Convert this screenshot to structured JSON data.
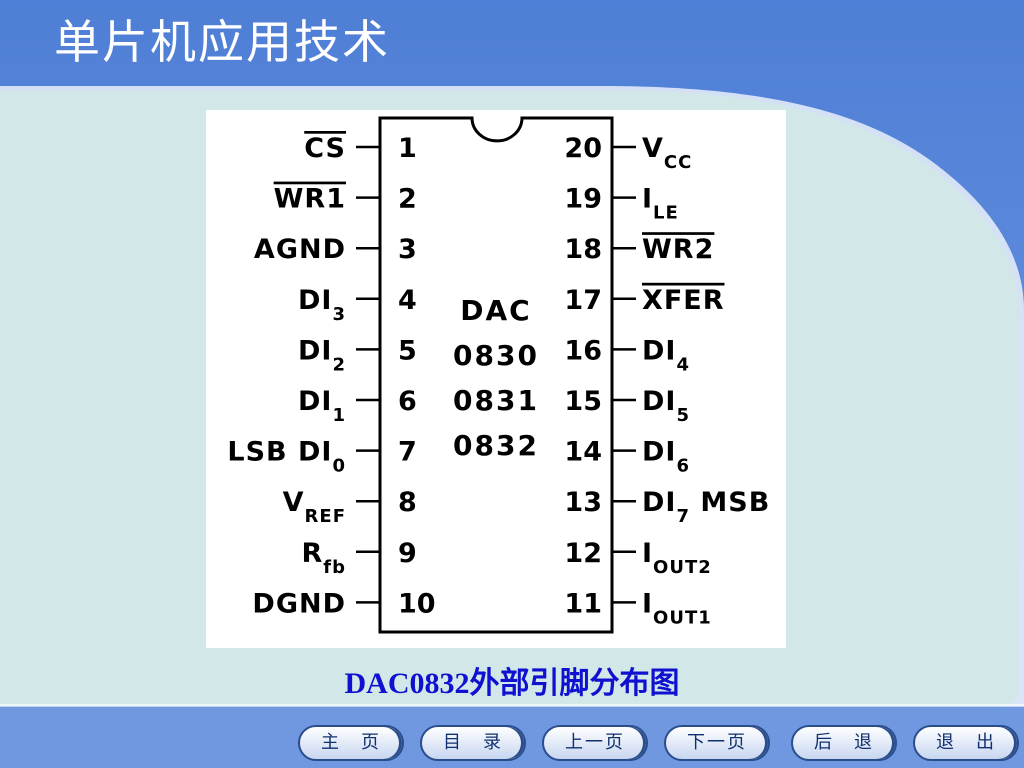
{
  "slide": {
    "title": "单片机应用技术",
    "caption": "DAC0832外部引脚分布图"
  },
  "chip": {
    "name_lines": [
      "DAC",
      "0830",
      "0831",
      "0832"
    ],
    "left_pins": [
      {
        "num": "1",
        "label": "CS",
        "sub": "",
        "overline": true
      },
      {
        "num": "2",
        "label": "WR1",
        "sub": "",
        "overline": true
      },
      {
        "num": "3",
        "label": "AGND",
        "sub": "",
        "overline": false
      },
      {
        "num": "4",
        "label": "DI",
        "sub": "3",
        "overline": false
      },
      {
        "num": "5",
        "label": "DI",
        "sub": "2",
        "overline": false
      },
      {
        "num": "6",
        "label": "DI",
        "sub": "1",
        "overline": false
      },
      {
        "num": "7",
        "label": "LSB DI",
        "sub": "0",
        "overline": false
      },
      {
        "num": "8",
        "label": "V",
        "sub": "REF",
        "overline": false
      },
      {
        "num": "9",
        "label": "R",
        "sub": "fb",
        "overline": false
      },
      {
        "num": "10",
        "label": "DGND",
        "sub": "",
        "overline": false
      }
    ],
    "right_pins": [
      {
        "num": "20",
        "label": "V",
        "sub": "CC",
        "suffix": "",
        "overline": false
      },
      {
        "num": "19",
        "label": "I",
        "sub": "LE",
        "suffix": "",
        "overline": false
      },
      {
        "num": "18",
        "label": "WR2",
        "sub": "",
        "suffix": "",
        "overline": true
      },
      {
        "num": "17",
        "label": "XFER",
        "sub": "",
        "suffix": "",
        "overline": true
      },
      {
        "num": "16",
        "label": "DI",
        "sub": "4",
        "suffix": "",
        "overline": false
      },
      {
        "num": "15",
        "label": "DI",
        "sub": "5",
        "suffix": "",
        "overline": false
      },
      {
        "num": "14",
        "label": "DI",
        "sub": "6",
        "suffix": "",
        "overline": false
      },
      {
        "num": "13",
        "label": "DI",
        "sub": "7",
        "suffix": " MSB",
        "overline": false
      },
      {
        "num": "12",
        "label": "I",
        "sub": "OUT2",
        "suffix": "",
        "overline": false
      },
      {
        "num": "11",
        "label": "I",
        "sub": "OUT1",
        "suffix": "",
        "overline": false
      }
    ]
  },
  "nav": {
    "buttons": [
      "主　页",
      "目　录",
      "上一页",
      "下一页",
      "后　退",
      "退　出"
    ]
  },
  "colors": {
    "blue": "#5a86d8",
    "panel": "#d2e8e8",
    "caption": "#1010d0"
  }
}
